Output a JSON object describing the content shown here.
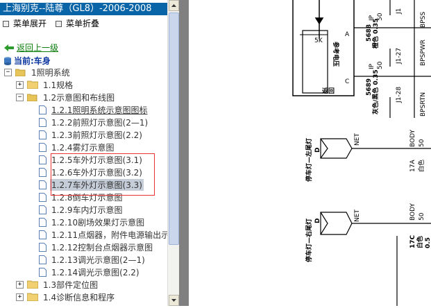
{
  "window": {
    "title": "上海别克--陆尊（GL8）-2006-2008"
  },
  "menu": {
    "expand_label": "菜单展开",
    "collapse_label": "菜单折叠"
  },
  "nav": {
    "back_label": "返回上一级",
    "current_label": "当前:车身"
  },
  "tree": {
    "root": "1照明系统",
    "n11": "1.1规格",
    "n12": "1.2示意图和布线图",
    "items": [
      "1.2.1照明系统示意图图标",
      "1.2.2前照灯示意图(2—1)",
      "1.2.3前照灯示意图(2.2)",
      "1.2.4雾灯示意图",
      "1.2.5车外灯示意图(3.1)",
      "1.2.6车外灯示意图(3.2)",
      "1.2.7车外灯示意图(3.3)",
      "1.2.8倒车灯示意图",
      "1.2.9车内灯示意图",
      "1.2.10剧场效果灯示意图",
      "1.2.11点烟器，附件电源输出示",
      "1.2.12控制台点烟器示意图",
      "1.2.13调光示意图(2—1)",
      "1.2.14调光示意图(2.2)"
    ],
    "n13": "1.3部件定位图",
    "n14": "1.4诊断信息和程序"
  },
  "diagram": {
    "top_labels": {
      "signal_top": "参考电压",
      "resistor": "5K",
      "pin_a": "A",
      "pin_c": "C",
      "return_label": "返回",
      "wire1_id": "5688",
      "wire1_color": "橙色 0.35",
      "wire1_ip": "IP",
      "wire1_num": "50",
      "wire2_id": "5689",
      "wire2_color": "灰色/黑色 0.35",
      "wire2_ip": "IP",
      "wire2_num": "50",
      "conn1": "J1-27",
      "conn2": "J1-28",
      "conn0": "J1",
      "bps1": "BPSPWR",
      "bps2": "BPSRTN",
      "bps0": "BPSS"
    },
    "lamp_left": "停车灯—左尾灯",
    "lamp_left_pin": "D",
    "lamp_right": "停车灯—右尾灯",
    "lamp_right_pin": "D",
    "net1": "NET",
    "net2": "NET",
    "body1": "BODY",
    "body1_num": "50",
    "wire3_id": "17A",
    "wire3_color": "白色",
    "body2": "BODY",
    "body2_num": "50",
    "wire4_id": "17C",
    "wire4_color": "白色",
    "wire4_size": "0.5"
  },
  "colors": {
    "titlebar": "#0A64A8",
    "selection": "#C5CDD8",
    "highlight_box": "#E33333",
    "splitter": "#808080"
  }
}
